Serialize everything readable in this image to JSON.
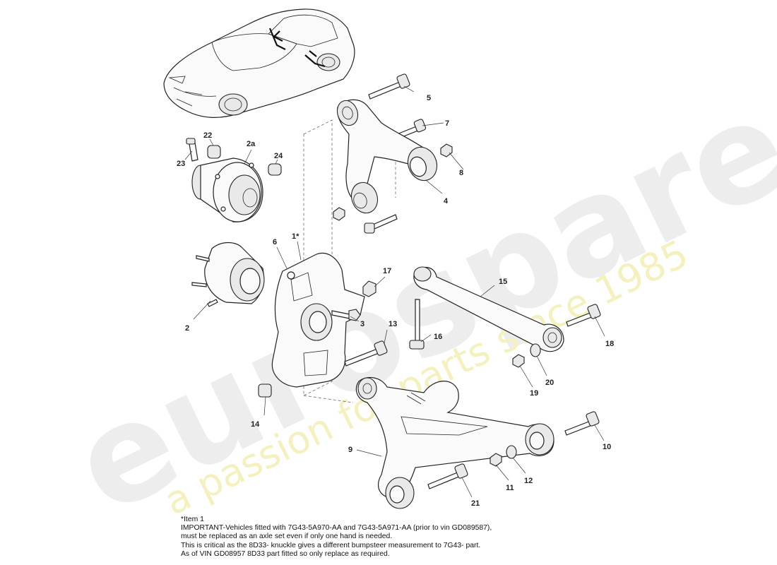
{
  "watermark": {
    "brand": "eurospares",
    "tagline": "a passion for parts since 1985"
  },
  "callouts": {
    "c1": "1*",
    "c2": "2",
    "c2a": "2a",
    "c3": "3",
    "c4": "4",
    "c5": "5",
    "c6": "6",
    "c7": "7",
    "c8": "8",
    "c9": "9",
    "c10": "10",
    "c11": "11",
    "c12": "12",
    "c13": "13",
    "c14": "14",
    "c15": "15",
    "c16": "16",
    "c17": "17",
    "c18": "18",
    "c19": "19",
    "c20": "20",
    "c21": "21",
    "c22": "22",
    "c23": "23",
    "c24": "24"
  },
  "notes": [
    "*Item 1",
    "IMPORTANT-Vehicles fitted with 7G43-5A970-AA  and 7G43-5A971-AA (prior to vin GD089587),",
    "must be replaced as an axle set even if only one hand is needed.",
    "This is critical as the 8D33- knuckle gives a different bumpsteer measurement to 7G43- part.",
    "As of VIN GD08957 8D33 part fitted so only replace as required."
  ],
  "colors": {
    "watermark": "#ececec",
    "tagline": "#f4f1bf",
    "line": "#222222"
  }
}
